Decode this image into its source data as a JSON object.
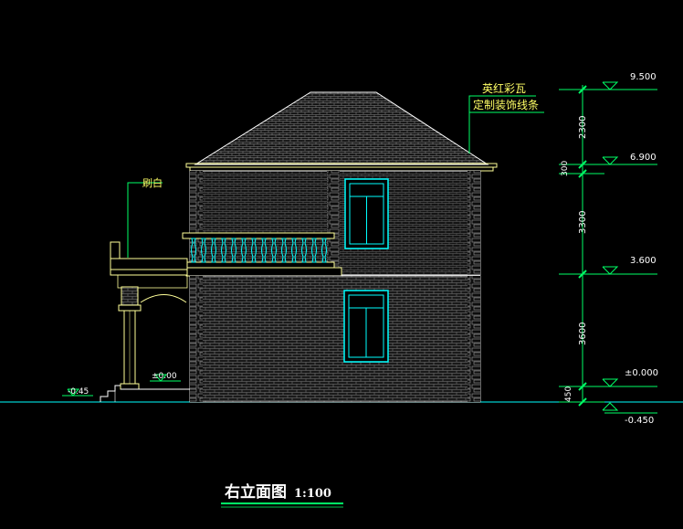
{
  "drawing": {
    "title": "右立面图",
    "scale": "1:100"
  },
  "annotations": {
    "roof_tile": "英红彩瓦",
    "molding": "定制装饰线条",
    "whitewash": "刷白"
  },
  "elevations": {
    "e1": "9.500",
    "e2": "6.900",
    "e3": "3.600",
    "e4": "±0.000",
    "e5": "-0.450",
    "porch_floor": "±0.00",
    "ground_left": "-0.45"
  },
  "dimensions": {
    "d1": "2300",
    "d2": "300",
    "d3": "3300",
    "d4": "3600",
    "d5": "450"
  },
  "colors": {
    "background": "#000000",
    "line_cyan": "#00ffff",
    "line_white": "#ffffff",
    "line_yellow": "#ffff99",
    "line_green": "#00ff66",
    "text_yellow": "#ffff66",
    "text_white": "#ffffff",
    "wall_grey": "#6a6a6a"
  }
}
